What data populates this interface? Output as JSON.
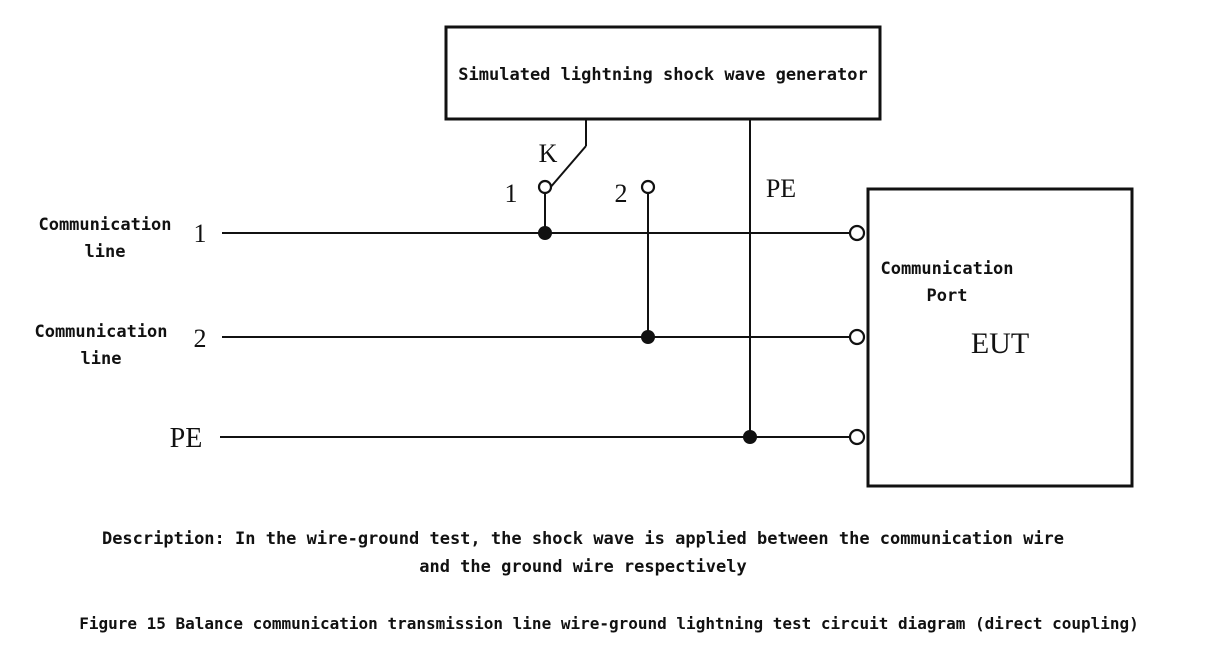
{
  "generator_label": "Simulated lightning shock wave generator",
  "switch_label": "K",
  "switch_pos_1": "1",
  "switch_pos_2": "2",
  "pe_top_label": "PE",
  "lines": [
    {
      "name_line1": "Communication",
      "name_line2": "line",
      "number": "1"
    },
    {
      "name_line1": "Communication",
      "name_line2": "line",
      "number": "2"
    },
    {
      "label": "PE"
    }
  ],
  "eut": {
    "port_line1": "Communication",
    "port_line2": "Port",
    "label": "EUT"
  },
  "description_line1": "Description: In the wire-ground test, the shock wave is applied between the communication wire",
  "description_line2": "and the ground wire respectively",
  "figure_caption": "Figure 15  Balance communication transmission line wire-ground lightning test circuit diagram (direct coupling)"
}
